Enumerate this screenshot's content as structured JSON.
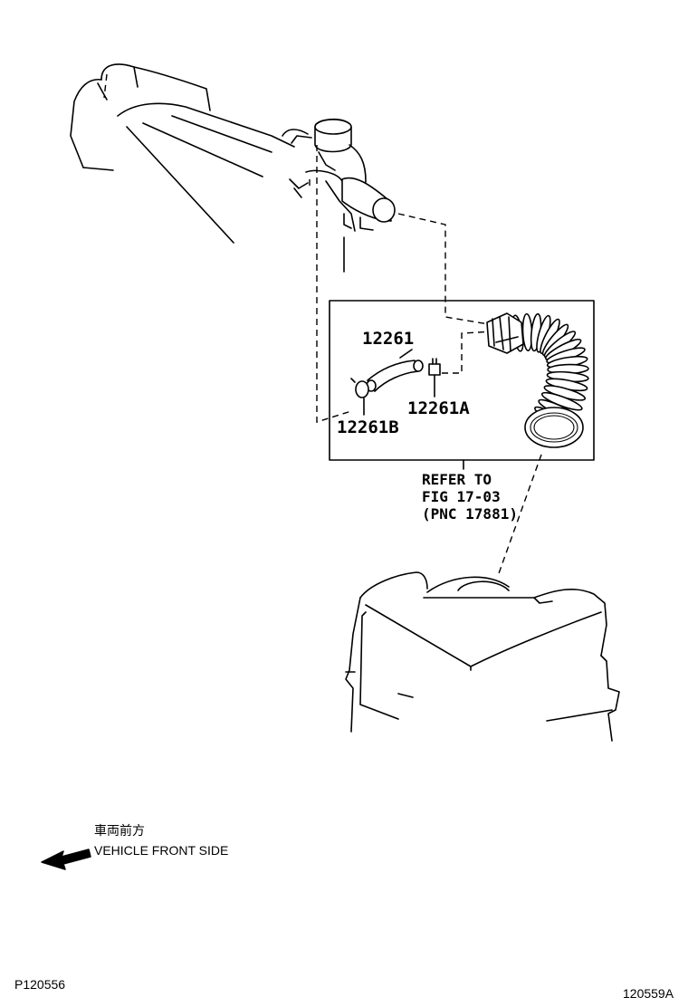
{
  "parts": {
    "hose": "12261",
    "clamp_a": "12261A",
    "clamp_b": "12261B"
  },
  "reference": {
    "line1": "REFER TO",
    "line2": "FIG 17-03",
    "line3": "(PNC 17881)"
  },
  "direction": {
    "japanese": "車両前方",
    "english": "VEHICLE FRONT SIDE"
  },
  "codes": {
    "left": "P120556",
    "right": "120559A"
  }
}
